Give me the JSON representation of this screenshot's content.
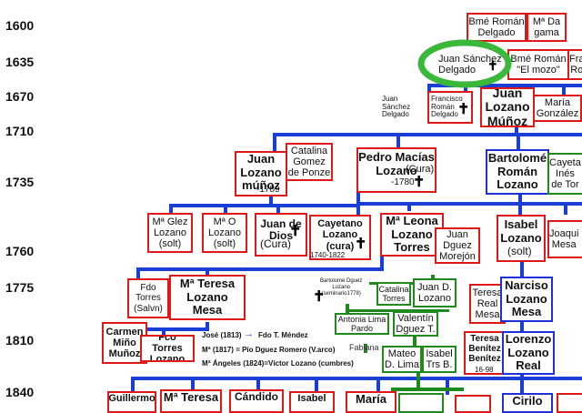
{
  "years": [
    "1600",
    "1635",
    "1670",
    "1710",
    "1735",
    "1760",
    "1775",
    "1810",
    "1840"
  ],
  "people": {
    "bme_roman_delgado": "Bmé Román\nDelgado",
    "m_da_gama": "Mª Da\ngama",
    "juan_sanchez_delgado_top": "Juan Sánchez\nDelgado",
    "bme_roman_el_mozo": "Bmé Román\n\"El mozo\"",
    "fr_ro": "Fra\nRo",
    "juan_sanchez_delgado": "Juan\nSánchez\nDelgado",
    "francisco_roman_delgado": "Francisco\nRomán\nDelgado",
    "juan_lozano_munoz_1670": "Juan\nLozano\nMúñoz",
    "maria_gonzalez": "María\nGonzález",
    "catalina_gomez": "Catalina\nGomez\nde Ponze",
    "juan_lozano_munoz_1789": "Juan\nLozano\nmúñoz",
    "year_1789": "-1789",
    "pedro_macias": "Pedro Macías\nLozano",
    "cura_label": "(Cura)",
    "year_1780": "-1780",
    "bartolome_roman": "Bartolomé\nRomán\nLozano",
    "cayetano_ines": "Cayeta\nInés\nde Tor",
    "m_glez_lozano": "Mª Glez\nLozano\n(solt)",
    "m_o_lozano": "Mª O\nLozano\n(solt)",
    "juan_de_dios": "Juan de\nDios",
    "cura_paren": "(Cura)",
    "cayetano_lozano": "Cayetano\nLozano\n(cura)",
    "cayetano_years": "1740-1822",
    "m_leona": "Mª Leona\nLozano\nTorres",
    "juan_dguez_morejon": "Juan\nDguez\nMorejón",
    "isabel_lozano": "Isabel\nLozano",
    "solt": "(solt)",
    "joaquin_mesa": "Joaqui\nMesa",
    "fdo_torres": "Fdo\nTorres\n(Salvn)",
    "m_teresa_lozano_mesa": "Mª Teresa\nLozano\nMesa",
    "bartolome_dguez": "Bartolomé Dguez\nLozano\n(seminario1778)",
    "catalina_torres": "Catalina\nTorres",
    "juan_d_lozano": "Juan D.\nLozano",
    "teresa_real_mesa": "Teresa\nReal\nMesa",
    "narciso_lozano_mesa": "Narciso\nLozano\nMesa",
    "antonia_lima_pardo": "Antonia Lima\nPardo",
    "valentin_dguez": "Valentín\nDguez T.",
    "fabiana": "Fabiana",
    "carmen_mino": "Carmen\nMiño\nMuñoz",
    "fco_torres_lozano": "Fco Torres\nLozano",
    "jose_1813": "José (1813)",
    "fdo_t_mendez": "Fdo T. Méndez",
    "m_1817": "Mª (1817) = Pío Dguez Romero (V.arco)",
    "m_angeles": "Mª Ángeles (1824)=Víctor Lozano (cumbres)",
    "mateo_d_lima": "Mateo\nD. Lima",
    "isabel_trs_b": "Isabel\nTrs B.",
    "teresa_benitez": "Teresa\nBenítez\nBenítez",
    "teresa_years": "16-98",
    "lorenzo_lozano_real": "Lorenzo\nLozano\nReal",
    "guillermo": "Guillermo",
    "m_teresa_bottom": "Mª Teresa",
    "candido": "Cándido",
    "isabel_bottom": "Isabel",
    "maria_bottom": "María",
    "cirilo": "Cirilo"
  },
  "icons": {
    "cross": "✝",
    "arrow": "→"
  },
  "colors": {
    "red": "#e01818",
    "blue": "#1a3fd6",
    "green": "#1e8a1e",
    "highlight": "#3ab83a"
  }
}
